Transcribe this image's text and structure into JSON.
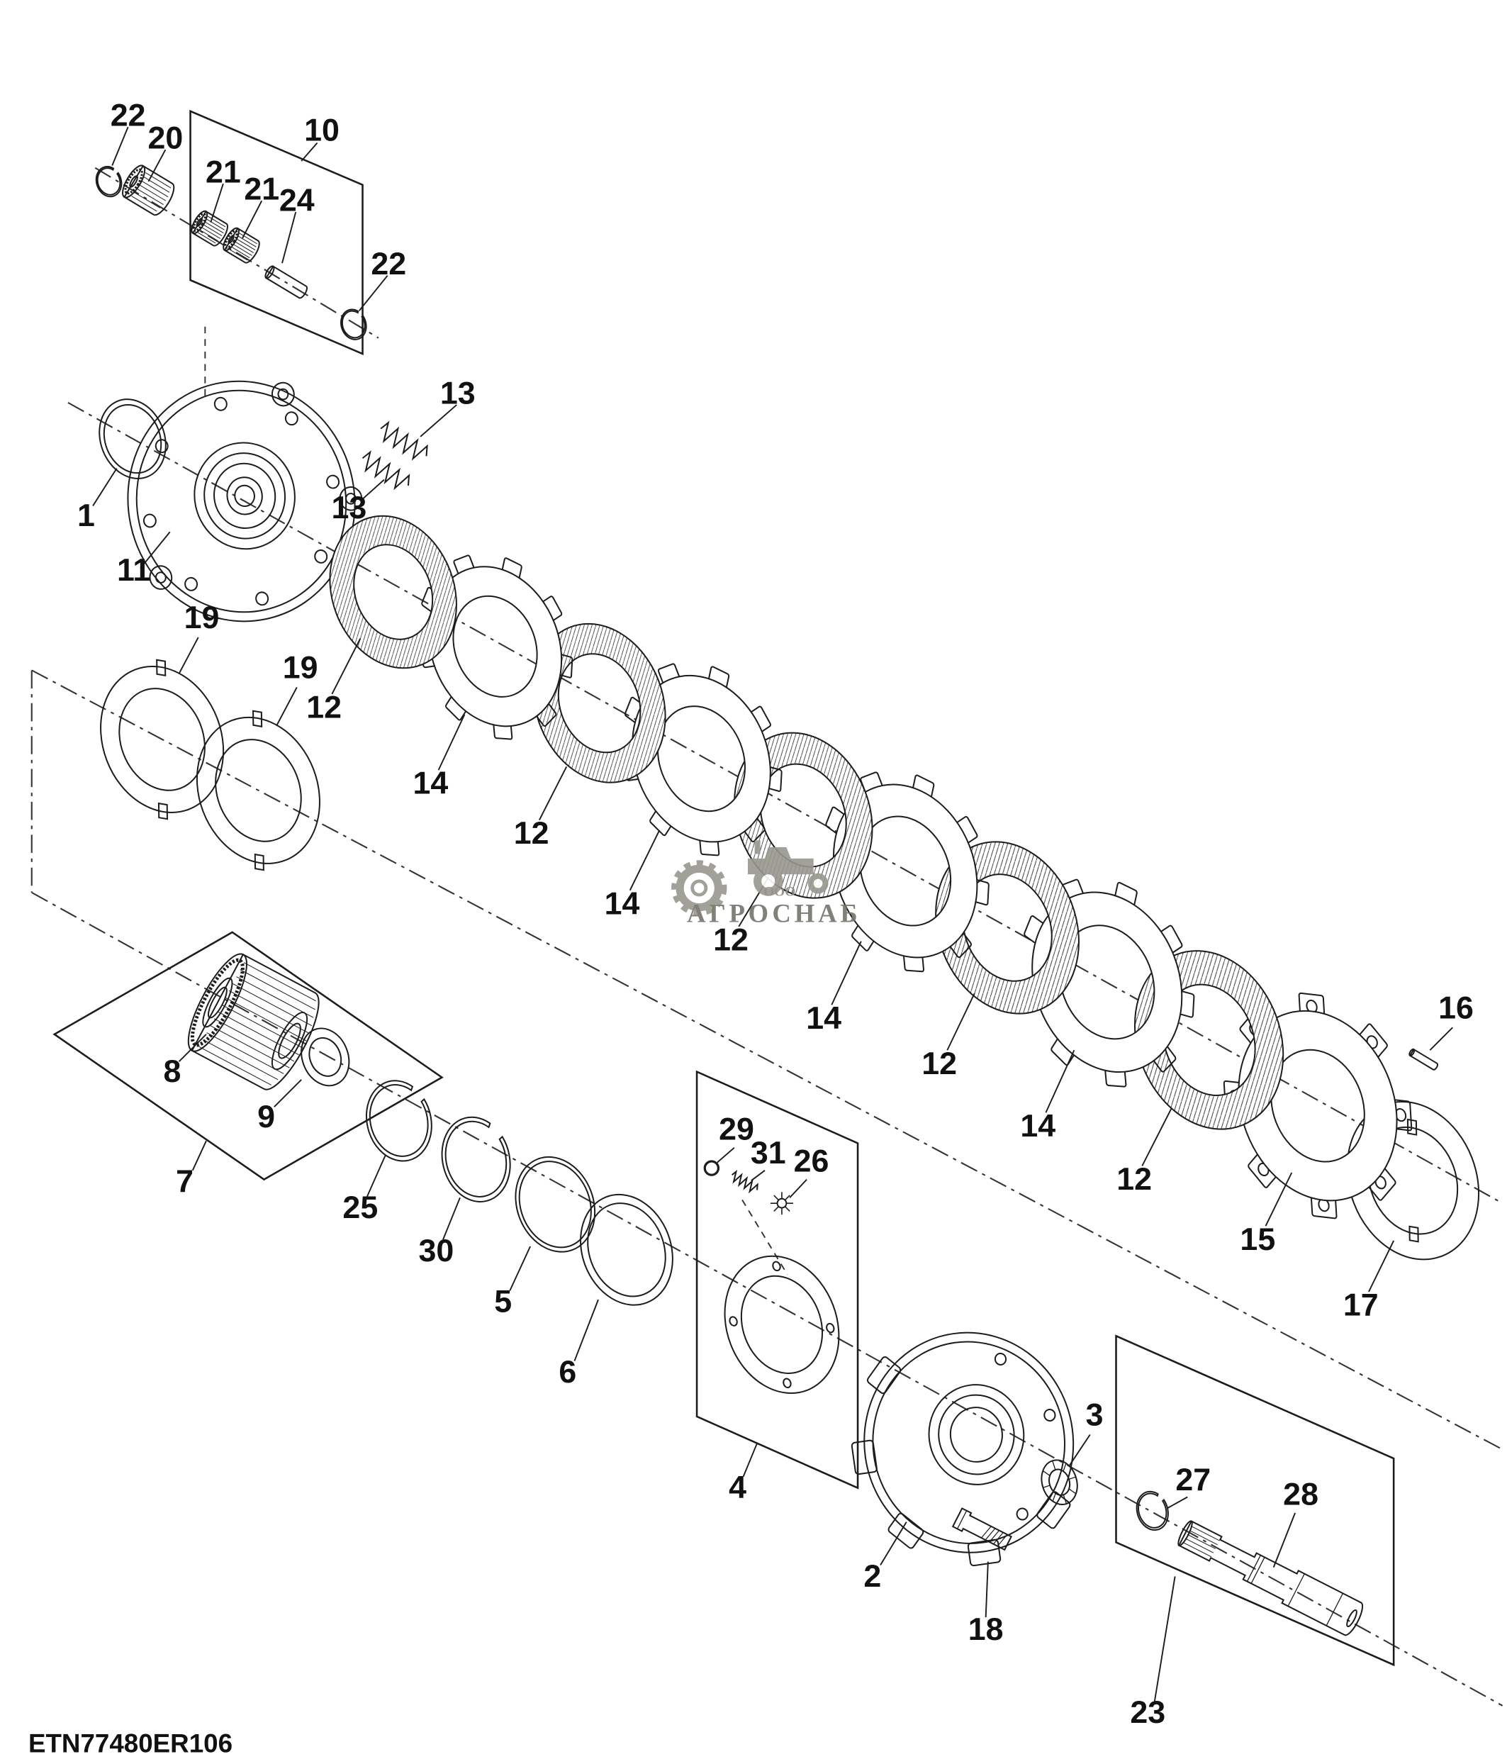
{
  "document": {
    "code": "ETN77480ER106"
  },
  "watermark": {
    "prefix": "ООО",
    "name": "АГРОСНАБ"
  },
  "colors": {
    "line": "#1c1c1c",
    "background": "#ffffff",
    "watermark": "#8a897f"
  },
  "callouts": [
    {
      "label": "22"
    },
    {
      "label": "20"
    },
    {
      "label": "10"
    },
    {
      "label": "21"
    },
    {
      "label": "21"
    },
    {
      "label": "24"
    },
    {
      "label": "22"
    },
    {
      "label": "13"
    },
    {
      "label": "13"
    },
    {
      "label": "1"
    },
    {
      "label": "11"
    },
    {
      "label": "19"
    },
    {
      "label": "19"
    },
    {
      "label": "12"
    },
    {
      "label": "14"
    },
    {
      "label": "12"
    },
    {
      "label": "14"
    },
    {
      "label": "12"
    },
    {
      "label": "14"
    },
    {
      "label": "12"
    },
    {
      "label": "14"
    },
    {
      "label": "12"
    },
    {
      "label": "15"
    },
    {
      "label": "16"
    },
    {
      "label": "17"
    },
    {
      "label": "8"
    },
    {
      "label": "9"
    },
    {
      "label": "7"
    },
    {
      "label": "25"
    },
    {
      "label": "30"
    },
    {
      "label": "5"
    },
    {
      "label": "6"
    },
    {
      "label": "29"
    },
    {
      "label": "31"
    },
    {
      "label": "26"
    },
    {
      "label": "4"
    },
    {
      "label": "2"
    },
    {
      "label": "3"
    },
    {
      "label": "18"
    },
    {
      "label": "27"
    },
    {
      "label": "28"
    },
    {
      "label": "23"
    }
  ]
}
